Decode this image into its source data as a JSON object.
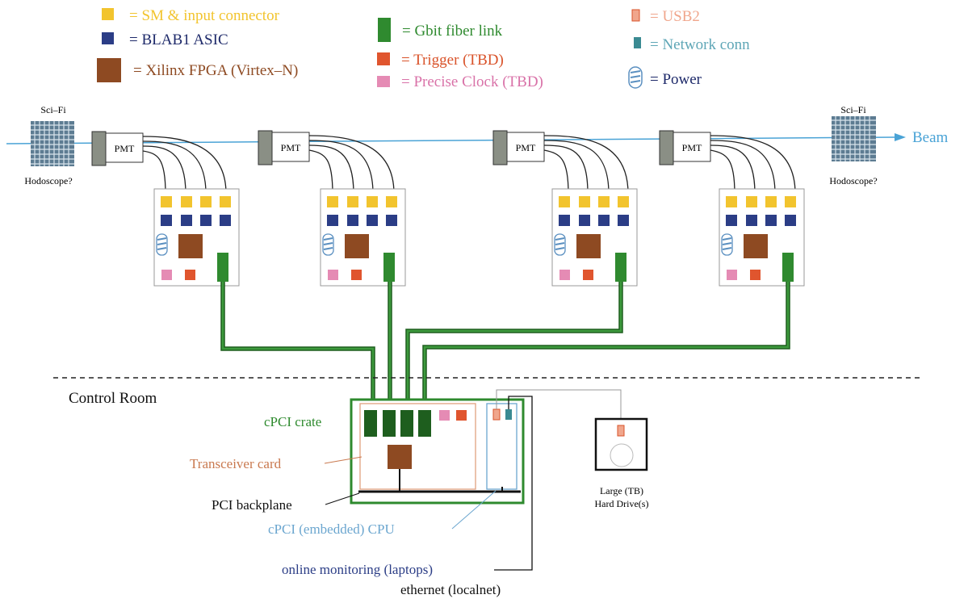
{
  "colors": {
    "sm_connector": "#f2c42e",
    "asic": "#2b3d86",
    "fpga": "#8e4a22",
    "fiber": "#2f8a2f",
    "trigger": "#e0552e",
    "clock": "#e58bb4",
    "usb": "#f0a68c",
    "network": "#3a8a92",
    "power": "#7bb3d8",
    "beam": "#4aa3d6",
    "legend_sm_text": "#f2c42e",
    "legend_trigger_text": "#d9532a",
    "legend_clock_text": "#d972a8",
    "legend_usb_text": "#f0a68c",
    "legend_network_text": "#5ea6b6",
    "crate_text": "#2e8a2e",
    "transceiver_text": "#c9794f",
    "cpu_text": "#6ba6cf",
    "monitor_text": "#2b3d86"
  },
  "legend": {
    "sm_connector": "= SM & input connector",
    "asic": "= BLAB1 ASIC",
    "fpga": "= Xilinx FPGA (Virtex–N)",
    "fiber": "= Gbit fiber link",
    "trigger": "= Trigger (TBD)",
    "clock": "= Precise Clock (TBD)",
    "usb": "= USB2",
    "network": "= Network conn",
    "power": "= Power"
  },
  "beamline": {
    "beam_label": "Beam",
    "scifi_left_top": "Sci–Fi",
    "scifi_left_bottom": "Hodoscope?",
    "scifi_right_top": "Sci–Fi",
    "scifi_right_bottom": "Hodoscope?",
    "pmt_labels": [
      "PMT",
      "PMT",
      "PMT",
      "PMT"
    ]
  },
  "control_room": {
    "title": "Control Room",
    "cpci_crate": "cPCI crate",
    "transceiver_card": "Transceiver card",
    "pci_backplane": "PCI backplane",
    "embedded_cpu": "cPCI (embedded) CPU",
    "online_monitoring": "online monitoring (laptops)",
    "ethernet": "ethernet (localnet)",
    "hard_drive_line1": "Large (TB)",
    "hard_drive_line2": "Hard Drive(s)"
  }
}
